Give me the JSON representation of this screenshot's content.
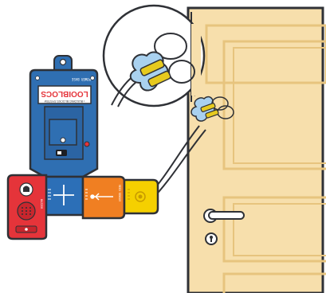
{
  "brand": {
    "name": "LOOIBLOCS",
    "tagline": "• BUILDING BLOCKS SYSTEM"
  },
  "blocks": {
    "power": {
      "label": "POWER BASE"
    },
    "alarm": {
      "label": "BUZZER"
    },
    "contact": {
      "label": "REED SENSOR"
    }
  },
  "colors": {
    "outline": "#2f3136",
    "door": "#f7dfac",
    "door_panel_stroke": "#e7c47e",
    "power_base": "#2f6fb2",
    "red_block": "#e5343a",
    "blue_block": "#2c6fb7",
    "orange_block": "#f07f22",
    "yellow_block": "#f5d000",
    "magnet": "#e6ca1f",
    "sensor_blob": "#a9d1ef"
  },
  "icons": [
    "bell-icon",
    "speaker-grill-icon",
    "plus-icon",
    "signal-arrow-icon",
    "coil-icon",
    "magnet-icon",
    "door-handle-icon",
    "keyhole-icon",
    "power-switch-icon",
    "led-icon"
  ]
}
